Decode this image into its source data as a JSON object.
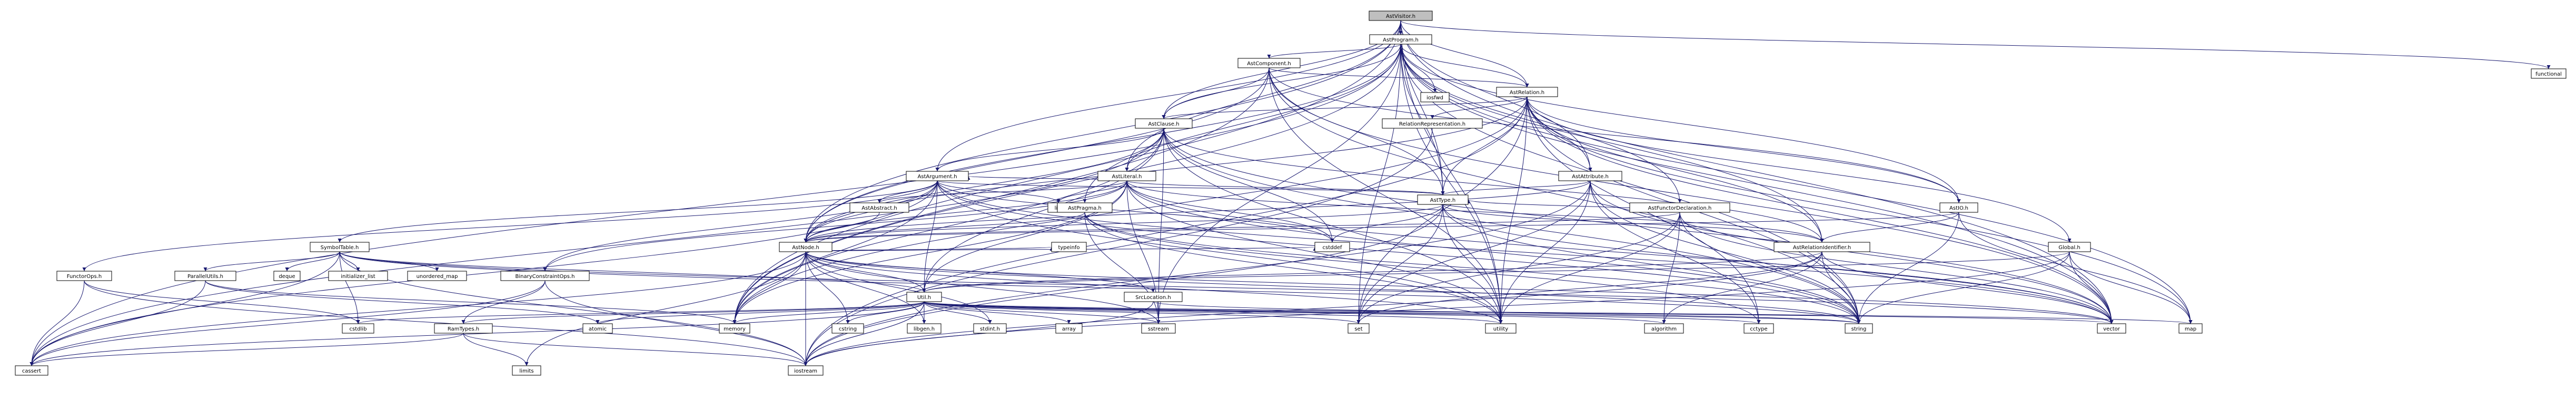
{
  "graph": {
    "nodes": [
      {
        "id": "astvisitor",
        "label": "AstVisitor.h",
        "kind": "root"
      },
      {
        "id": "astprogram",
        "label": "AstProgram.h",
        "kind": "header"
      },
      {
        "id": "functional",
        "label": "functional",
        "kind": "system"
      },
      {
        "id": "astcomponent",
        "label": "AstComponent.h",
        "kind": "header"
      },
      {
        "id": "iosfwd",
        "label": "iosfwd",
        "kind": "system"
      },
      {
        "id": "astrelation",
        "label": "AstRelation.h",
        "kind": "header"
      },
      {
        "id": "astclause",
        "label": "AstClause.h",
        "kind": "header"
      },
      {
        "id": "relrep",
        "label": "RelationRepresentation.h",
        "kind": "header"
      },
      {
        "id": "astargument",
        "label": "AstArgument.h",
        "kind": "header"
      },
      {
        "id": "astliteral",
        "label": "AstLiteral.h",
        "kind": "header"
      },
      {
        "id": "astattribute",
        "label": "AstAttribute.h",
        "kind": "header"
      },
      {
        "id": "astabstract",
        "label": "AstAbstract.h",
        "kind": "header"
      },
      {
        "id": "list",
        "label": "list",
        "kind": "system"
      },
      {
        "id": "asttype",
        "label": "AstType.h",
        "kind": "header"
      },
      {
        "id": "astpragma",
        "label": "AstPragma.h",
        "kind": "header"
      },
      {
        "id": "astfunctordecl",
        "label": "AstFunctorDeclaration.h",
        "kind": "header"
      },
      {
        "id": "astio",
        "label": "AstIO.h",
        "kind": "header"
      },
      {
        "id": "astrelid",
        "label": "AstRelationIdentifier.h",
        "kind": "header"
      },
      {
        "id": "global",
        "label": "Global.h",
        "kind": "header"
      },
      {
        "id": "symboltable",
        "label": "SymbolTable.h",
        "kind": "header"
      },
      {
        "id": "astnode",
        "label": "AstNode.h",
        "kind": "header"
      },
      {
        "id": "typeinfo",
        "label": "typeinfo",
        "kind": "system"
      },
      {
        "id": "cstddef",
        "label": "cstddef",
        "kind": "system"
      },
      {
        "id": "functorops",
        "label": "FunctorOps.h",
        "kind": "header"
      },
      {
        "id": "parallelutils",
        "label": "ParallelUtils.h",
        "kind": "header"
      },
      {
        "id": "deque",
        "label": "deque",
        "kind": "system"
      },
      {
        "id": "initializer_list",
        "label": "initializer_list",
        "kind": "system"
      },
      {
        "id": "unordered_map",
        "label": "unordered_map",
        "kind": "system"
      },
      {
        "id": "binconstraint",
        "label": "BinaryConstraintOps.h",
        "kind": "header"
      },
      {
        "id": "util",
        "label": "Util.h",
        "kind": "header-red"
      },
      {
        "id": "srclocation",
        "label": "SrcLocation.h",
        "kind": "header"
      },
      {
        "id": "ramtypes",
        "label": "RamTypes.h",
        "kind": "header-red"
      },
      {
        "id": "atomic",
        "label": "atomic",
        "kind": "system"
      },
      {
        "id": "memory",
        "label": "memory",
        "kind": "system"
      },
      {
        "id": "cstring",
        "label": "cstring",
        "kind": "system"
      },
      {
        "id": "libgen",
        "label": "libgen.h",
        "kind": "system"
      },
      {
        "id": "stdint",
        "label": "stdint.h",
        "kind": "system"
      },
      {
        "id": "array",
        "label": "array",
        "kind": "system"
      },
      {
        "id": "sstream",
        "label": "sstream",
        "kind": "system"
      },
      {
        "id": "set",
        "label": "set",
        "kind": "system"
      },
      {
        "id": "utility",
        "label": "utility",
        "kind": "system"
      },
      {
        "id": "algorithm",
        "label": "algorithm",
        "kind": "system"
      },
      {
        "id": "cctype",
        "label": "cctype",
        "kind": "system"
      },
      {
        "id": "string",
        "label": "string",
        "kind": "system"
      },
      {
        "id": "vector",
        "label": "vector",
        "kind": "system"
      },
      {
        "id": "map",
        "label": "map",
        "kind": "system"
      },
      {
        "id": "cstdlib",
        "label": "cstdlib",
        "kind": "system"
      },
      {
        "id": "cassert",
        "label": "cassert",
        "kind": "system"
      },
      {
        "id": "limits",
        "label": "limits",
        "kind": "system"
      },
      {
        "id": "iostream",
        "label": "iostream",
        "kind": "system"
      }
    ],
    "edges": [
      [
        "astvisitor",
        "astprogram"
      ],
      [
        "astvisitor",
        "functional"
      ],
      [
        "astvisitor",
        "astclause"
      ],
      [
        "astvisitor",
        "astliteral"
      ],
      [
        "astvisitor",
        "astrelation"
      ],
      [
        "astvisitor",
        "astattribute"
      ],
      [
        "astvisitor",
        "asttype"
      ],
      [
        "astvisitor",
        "astnode"
      ],
      [
        "astvisitor",
        "memory"
      ],
      [
        "astvisitor",
        "vector"
      ],
      [
        "astvisitor",
        "utility"
      ],
      [
        "astvisitor",
        "astargument"
      ],
      [
        "astprogram",
        "astcomponent"
      ],
      [
        "astprogram",
        "iosfwd"
      ],
      [
        "astprogram",
        "astrelation"
      ],
      [
        "astprogram",
        "astclause"
      ],
      [
        "astprogram",
        "asttype"
      ],
      [
        "astprogram",
        "astpragma"
      ],
      [
        "astprogram",
        "astfunctordecl"
      ],
      [
        "astprogram",
        "astio"
      ],
      [
        "astprogram",
        "astrelid"
      ],
      [
        "astprogram",
        "astnode"
      ],
      [
        "astprogram",
        "map"
      ],
      [
        "astprogram",
        "memory"
      ],
      [
        "astprogram",
        "set"
      ],
      [
        "astprogram",
        "string"
      ],
      [
        "astprogram",
        "vector"
      ],
      [
        "astprogram",
        "cassert"
      ],
      [
        "astprogram",
        "utility"
      ],
      [
        "astprogram",
        "sstream"
      ],
      [
        "astcomponent",
        "astrelation"
      ],
      [
        "astcomponent",
        "astclause"
      ],
      [
        "astcomponent",
        "asttype"
      ],
      [
        "astcomponent",
        "astio"
      ],
      [
        "astcomponent",
        "astnode"
      ],
      [
        "astcomponent",
        "memory"
      ],
      [
        "astcomponent",
        "string"
      ],
      [
        "astcomponent",
        "vector"
      ],
      [
        "astcomponent",
        "utility"
      ],
      [
        "astrelation",
        "astclause"
      ],
      [
        "astrelation",
        "relrep"
      ],
      [
        "astrelation",
        "astattribute"
      ],
      [
        "astrelation",
        "astio"
      ],
      [
        "astrelation",
        "astrelid"
      ],
      [
        "astrelation",
        "asttype"
      ],
      [
        "astrelation",
        "global"
      ],
      [
        "astrelation",
        "astnode"
      ],
      [
        "astrelation",
        "set"
      ],
      [
        "astrelation",
        "string"
      ],
      [
        "astrelation",
        "vector"
      ],
      [
        "astrelation",
        "iostream"
      ],
      [
        "astrelation",
        "cctype"
      ],
      [
        "astrelation",
        "memory"
      ],
      [
        "astrelation",
        "map"
      ],
      [
        "astrelation",
        "utility"
      ],
      [
        "astclause",
        "astargument"
      ],
      [
        "astclause",
        "astliteral"
      ],
      [
        "astclause",
        "astnode"
      ],
      [
        "astclause",
        "astrelid"
      ],
      [
        "astclause",
        "util"
      ],
      [
        "astclause",
        "memory"
      ],
      [
        "astclause",
        "string"
      ],
      [
        "astclause",
        "vector"
      ],
      [
        "astclause",
        "cstddef"
      ],
      [
        "astclause",
        "sstream"
      ],
      [
        "astclause",
        "cassert"
      ],
      [
        "relrep",
        "iostream"
      ],
      [
        "astargument",
        "astabstract"
      ],
      [
        "astargument",
        "astnode"
      ],
      [
        "astargument",
        "asttype"
      ],
      [
        "astargument",
        "functorops"
      ],
      [
        "astargument",
        "symboltable"
      ],
      [
        "astargument",
        "util"
      ],
      [
        "astargument",
        "binconstraint"
      ],
      [
        "astargument",
        "cassert"
      ],
      [
        "astargument",
        "cstddef"
      ],
      [
        "astargument",
        "memory"
      ],
      [
        "astargument",
        "string"
      ],
      [
        "astargument",
        "vector"
      ],
      [
        "astargument",
        "utility"
      ],
      [
        "astargument",
        "list"
      ],
      [
        "astliteral",
        "astabstract"
      ],
      [
        "astliteral",
        "astargument"
      ],
      [
        "astliteral",
        "astnode"
      ],
      [
        "astliteral",
        "asttype"
      ],
      [
        "astliteral",
        "astrelid"
      ],
      [
        "astliteral",
        "binconstraint"
      ],
      [
        "astliteral",
        "util"
      ],
      [
        "astliteral",
        "list"
      ],
      [
        "astliteral",
        "memory"
      ],
      [
        "astliteral",
        "string"
      ],
      [
        "astliteral",
        "vector"
      ],
      [
        "astliteral",
        "cstddef"
      ],
      [
        "astliteral",
        "utility"
      ],
      [
        "astliteral",
        "sstream"
      ],
      [
        "astattribute",
        "astnode"
      ],
      [
        "astattribute",
        "asttype"
      ],
      [
        "astattribute",
        "iostream"
      ],
      [
        "astattribute",
        "string"
      ],
      [
        "astattribute",
        "cctype"
      ],
      [
        "astattribute",
        "set"
      ],
      [
        "astattribute",
        "utility"
      ],
      [
        "astattribute",
        "vector"
      ],
      [
        "astabstract",
        "astnode"
      ],
      [
        "asttype",
        "astnode"
      ],
      [
        "asttype",
        "astrelid"
      ],
      [
        "asttype",
        "iostream"
      ],
      [
        "asttype",
        "set"
      ],
      [
        "asttype",
        "string"
      ],
      [
        "asttype",
        "vector"
      ],
      [
        "asttype",
        "utility"
      ],
      [
        "asttype",
        "cstddef"
      ],
      [
        "astpragma",
        "astnode"
      ],
      [
        "astpragma",
        "string"
      ],
      [
        "astpragma",
        "sstream"
      ],
      [
        "astpragma",
        "utility"
      ],
      [
        "astpragma",
        "cctype"
      ],
      [
        "astfunctordecl",
        "astnode"
      ],
      [
        "astfunctordecl",
        "asttype"
      ],
      [
        "astfunctordecl",
        "algorithm"
      ],
      [
        "astfunctordecl",
        "string"
      ],
      [
        "astfunctordecl",
        "set"
      ],
      [
        "astfunctordecl",
        "vector"
      ],
      [
        "astfunctordecl",
        "utility"
      ],
      [
        "astio",
        "astnode"
      ],
      [
        "astio",
        "astrelid"
      ],
      [
        "astio",
        "map"
      ],
      [
        "astio",
        "string"
      ],
      [
        "astrelid",
        "util"
      ],
      [
        "astrelid",
        "algorithm"
      ],
      [
        "astrelid",
        "iostream"
      ],
      [
        "astrelid",
        "string"
      ],
      [
        "astrelid",
        "vector"
      ],
      [
        "global",
        "util"
      ],
      [
        "global",
        "iostream"
      ],
      [
        "global",
        "map"
      ],
      [
        "global",
        "string"
      ],
      [
        "global",
        "vector"
      ],
      [
        "symboltable",
        "parallelutils"
      ],
      [
        "symboltable",
        "util"
      ],
      [
        "symboltable",
        "deque"
      ],
      [
        "symboltable",
        "initializer_list"
      ],
      [
        "symboltable",
        "unordered_map"
      ],
      [
        "symboltable",
        "cstdlib"
      ],
      [
        "symboltable",
        "iostream"
      ],
      [
        "symboltable",
        "string"
      ],
      [
        "symboltable",
        "vector"
      ],
      [
        "symboltable",
        "cassert"
      ],
      [
        "astnode",
        "util"
      ],
      [
        "astnode",
        "srclocation"
      ],
      [
        "astnode",
        "memory"
      ],
      [
        "astnode",
        "typeinfo"
      ],
      [
        "astnode",
        "limits"
      ],
      [
        "astnode",
        "cstring"
      ],
      [
        "astnode",
        "libgen"
      ],
      [
        "astnode",
        "stdint"
      ],
      [
        "astnode",
        "iostream"
      ],
      [
        "astnode",
        "utility"
      ],
      [
        "astnode",
        "sstream"
      ],
      [
        "astnode",
        "string"
      ],
      [
        "astnode",
        "vector"
      ],
      [
        "astnode",
        "cassert"
      ],
      [
        "astnode",
        "cstddef"
      ],
      [
        "functorops",
        "cassert"
      ],
      [
        "functorops",
        "cstdlib"
      ],
      [
        "functorops",
        "iostream"
      ],
      [
        "parallelutils",
        "atomic"
      ],
      [
        "parallelutils",
        "memory"
      ],
      [
        "parallelutils",
        "cassert"
      ],
      [
        "binconstraint",
        "ramtypes"
      ],
      [
        "binconstraint",
        "cassert"
      ],
      [
        "binconstraint",
        "iostream"
      ],
      [
        "util",
        "ramtypes"
      ],
      [
        "util",
        "iostream"
      ],
      [
        "util",
        "algorithm"
      ],
      [
        "util",
        "array"
      ],
      [
        "util",
        "cassert"
      ],
      [
        "util",
        "cctype"
      ],
      [
        "util",
        "cstdlib"
      ],
      [
        "util",
        "cstring"
      ],
      [
        "util",
        "map"
      ],
      [
        "util",
        "memory"
      ],
      [
        "util",
        "set"
      ],
      [
        "util",
        "sstream"
      ],
      [
        "util",
        "string"
      ],
      [
        "util",
        "utility"
      ],
      [
        "util",
        "vector"
      ],
      [
        "util",
        "atomic"
      ],
      [
        "util",
        "libgen"
      ],
      [
        "util",
        "stdint"
      ],
      [
        "util",
        "iostream"
      ],
      [
        "srclocation",
        "string"
      ],
      [
        "srclocation",
        "iostream"
      ],
      [
        "ramtypes",
        "cassert"
      ],
      [
        "ramtypes",
        "limits"
      ],
      [
        "ramtypes",
        "iostream"
      ],
      [
        "astrelid",
        "set"
      ],
      [
        "astclause",
        "utility"
      ]
    ],
    "colors": {
      "root_fill": "#bfbfbf",
      "node_fill": "#ffffff",
      "red_border": "#ff0000",
      "black_border": "#000000",
      "system_border": "#bfbfbf",
      "edge": "#191970"
    }
  }
}
